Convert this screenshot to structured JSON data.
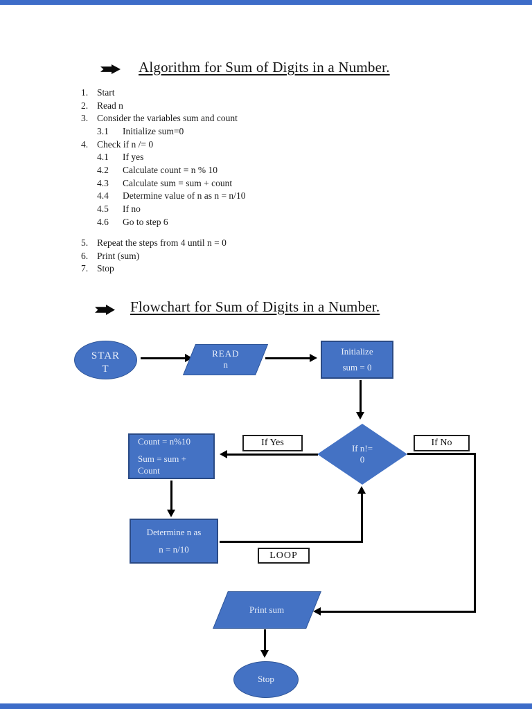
{
  "colors": {
    "node_fill": "#4472C4",
    "node_border": "#2a4a85",
    "node_text": "#e9effa",
    "edge_strip": "#3d6cc8",
    "connector": "#000000"
  },
  "algorithm": {
    "title": "Algorithm for Sum of Digits in a Number.",
    "items": [
      {
        "num": "1.",
        "text": "Start"
      },
      {
        "num": "2.",
        "text": "Read n"
      },
      {
        "num": "3.",
        "text": "Consider the variables sum and count"
      },
      {
        "num": "3.1",
        "text": "Initialize sum=0"
      },
      {
        "num": "4.",
        "text": "Check if n /= 0"
      },
      {
        "num": "4.1",
        "text": "If yes"
      },
      {
        "num": "4.2",
        "text": "Calculate count = n % 10"
      },
      {
        "num": "4.3",
        "text": "Calculate sum = sum + count"
      },
      {
        "num": "4.4",
        "text": "Determine value of n as n = n/10"
      },
      {
        "num": "4.5",
        "text": "If no"
      },
      {
        "num": "4.6",
        "text": "Go to step 6"
      },
      {
        "num": "5.",
        "text": "Repeat the steps from 4 until n = 0"
      },
      {
        "num": "6.",
        "text": "Print (sum)"
      },
      {
        "num": "7.",
        "text": "Stop"
      }
    ]
  },
  "flowchart": {
    "title": "Flowchart for Sum of Digits in a Number.",
    "start": {
      "label": "START",
      "line1": "STAR",
      "line2": "T"
    },
    "read": {
      "line1": "READ",
      "line2": "n"
    },
    "initialize": {
      "line1": "Initialize",
      "line2": "sum = 0"
    },
    "decision": {
      "line1": "If n!=",
      "line2": "0"
    },
    "branch_yes": "If Yes",
    "branch_no": "If No",
    "count_step": {
      "line1": "Count = n%10",
      "line2": "Sum = sum +",
      "line3": "Count"
    },
    "determine": {
      "line1": "Determine n as",
      "line2": "n = n/10"
    },
    "loop_label": "LOOP",
    "output": "Print sum",
    "stop": "Stop"
  }
}
